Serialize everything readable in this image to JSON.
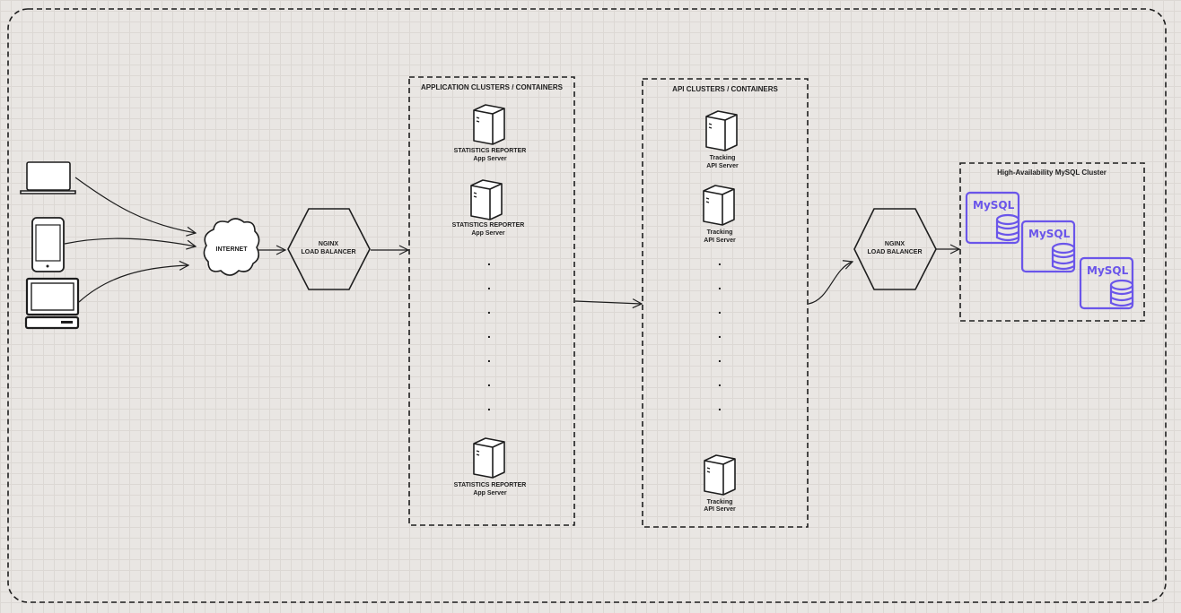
{
  "diagram": {
    "internet_label": "INTERNET",
    "lb1": {
      "line1": "NGINX",
      "line2": "LOAD BALANCER"
    },
    "lb2": {
      "line1": "NGINX",
      "line2": "LOAD BALANCER"
    },
    "app_cluster": {
      "title": "APPLICATION CLUSTERS / CONTAINERS",
      "servers": [
        {
          "line1": "STATISTICS REPORTER",
          "line2": "App Server"
        },
        {
          "line1": "STATISTICS REPORTER",
          "line2": "App Server"
        },
        {
          "line1": "STATISTICS REPORTER",
          "line2": "App Server"
        }
      ],
      "ellipsis": "."
    },
    "api_cluster": {
      "title": "API CLUSTERS / CONTAINERS",
      "servers": [
        {
          "line1": "Tracking",
          "line2": "API Server"
        },
        {
          "line1": "Tracking",
          "line2": "API Server"
        },
        {
          "line1": "Tracking",
          "line2": "API Server"
        }
      ],
      "ellipsis": "."
    },
    "mysql_cluster": {
      "title": "High-Availability MySQL Cluster",
      "node_label": "MySQL",
      "accent_color": "#6a55ea"
    },
    "clients": [
      "laptop-icon",
      "phone-icon",
      "desktop-icon"
    ]
  }
}
